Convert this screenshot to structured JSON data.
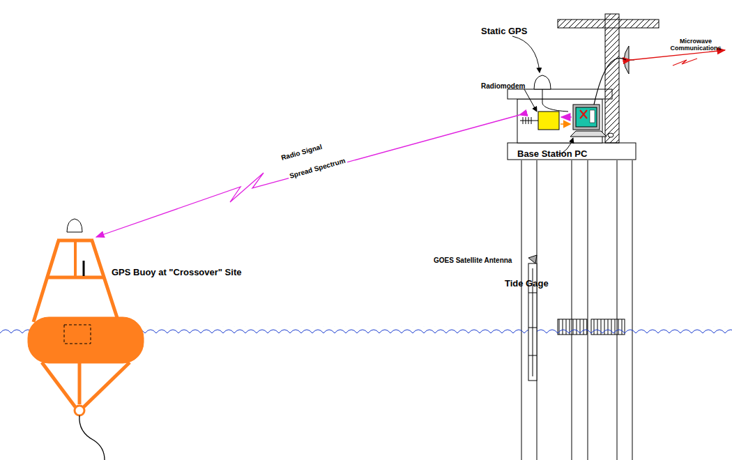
{
  "diagram": {
    "labels": [
      "Static GPS",
      "Microwave Communications",
      "Radiomodem",
      "Base Station PC",
      "Radio Signal",
      "Spread Spectrum",
      "GPS Buoy at \"Crossover\" Site",
      "GOES Satellite Antenna",
      "Tide Gage"
    ]
  }
}
